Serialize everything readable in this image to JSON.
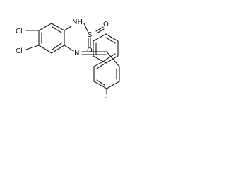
{
  "molecule": {
    "atoms": {
      "chlorine_top": "Cl",
      "chlorine_bottom": "Cl",
      "amine": "NH",
      "imine": "N",
      "sulfur": "S",
      "oxygen_left": "O",
      "oxygen_right": "O",
      "fluorine": "F"
    }
  }
}
